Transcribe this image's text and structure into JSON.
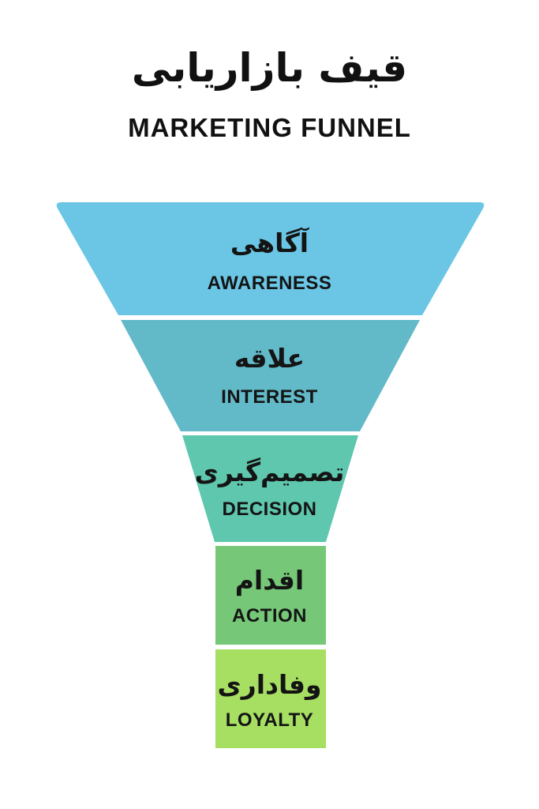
{
  "header": {
    "title_fa": "قیف بازاریابی",
    "title_en": "MARKETING FUNNEL"
  },
  "stages": [
    {
      "id": "awareness",
      "label_fa": "آگاهی",
      "label_en": "AWARENESS",
      "color": "#6ac6e4"
    },
    {
      "id": "interest",
      "label_fa": "علاقه",
      "label_en": "INTEREST",
      "color": "#62b9c8"
    },
    {
      "id": "decision",
      "label_fa": "تصمیم‌گیری",
      "label_en": "DECISION",
      "color": "#5ec7ae"
    },
    {
      "id": "action",
      "label_fa": "اقدام",
      "label_en": "ACTION",
      "color": "#76c878"
    },
    {
      "id": "loyalty",
      "label_fa": "وفاداری",
      "label_en": "LOYALTY",
      "color": "#a6df62"
    }
  ]
}
